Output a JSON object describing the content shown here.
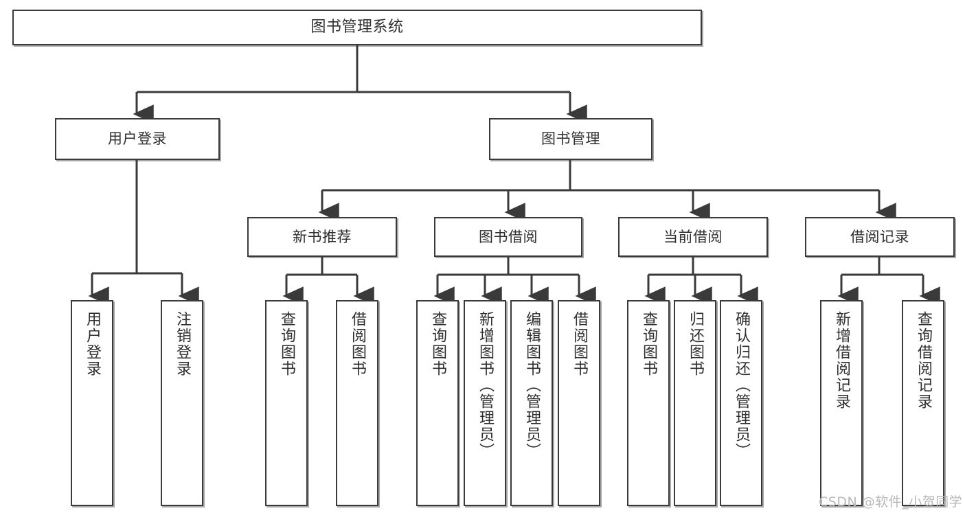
{
  "diagram": {
    "title": "图书管理系统",
    "type": "tree-hierarchy",
    "watermark": "CSDN @软件_小贺同学",
    "stroke_color": "#3a3a3a",
    "text_color": "#2f2f2f",
    "background_color": "#ffffff"
  },
  "nodes": {
    "root": {
      "label": "图书管理系统"
    },
    "level2": [
      {
        "label": "用户登录"
      },
      {
        "label": "图书管理"
      }
    ],
    "level3": [
      {
        "label": "新书推荐"
      },
      {
        "label": "图书借阅"
      },
      {
        "label": "当前借阅"
      },
      {
        "label": "借阅记录"
      }
    ],
    "leaves": {
      "user_login": [
        {
          "label": "用户登录"
        },
        {
          "label": "注销登录"
        }
      ],
      "new_book_recommend": [
        {
          "label": "查询图书"
        },
        {
          "label": "借阅图书"
        }
      ],
      "book_borrow": [
        {
          "label": "查询图书"
        },
        {
          "label": "新增图书（管理员）"
        },
        {
          "label": "编辑图书（管理员）"
        },
        {
          "label": "借阅图书"
        }
      ],
      "current_borrow": [
        {
          "label": "查询图书"
        },
        {
          "label": "归还图书"
        },
        {
          "label": "确认归还（管理员）"
        }
      ],
      "borrow_record": [
        {
          "label": "新增借阅记录"
        },
        {
          "label": "查询借阅记录"
        }
      ]
    }
  }
}
